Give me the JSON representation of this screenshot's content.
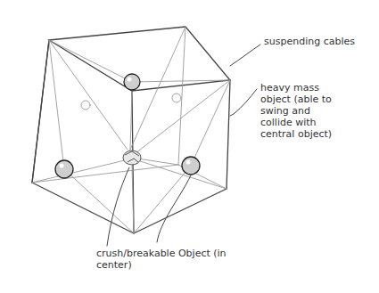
{
  "diagram": {
    "labels": [
      "suspending cables",
      "heavy mass object (able to swing and collide with central object)",
      "crush/breakable Object (in center)"
    ]
  }
}
